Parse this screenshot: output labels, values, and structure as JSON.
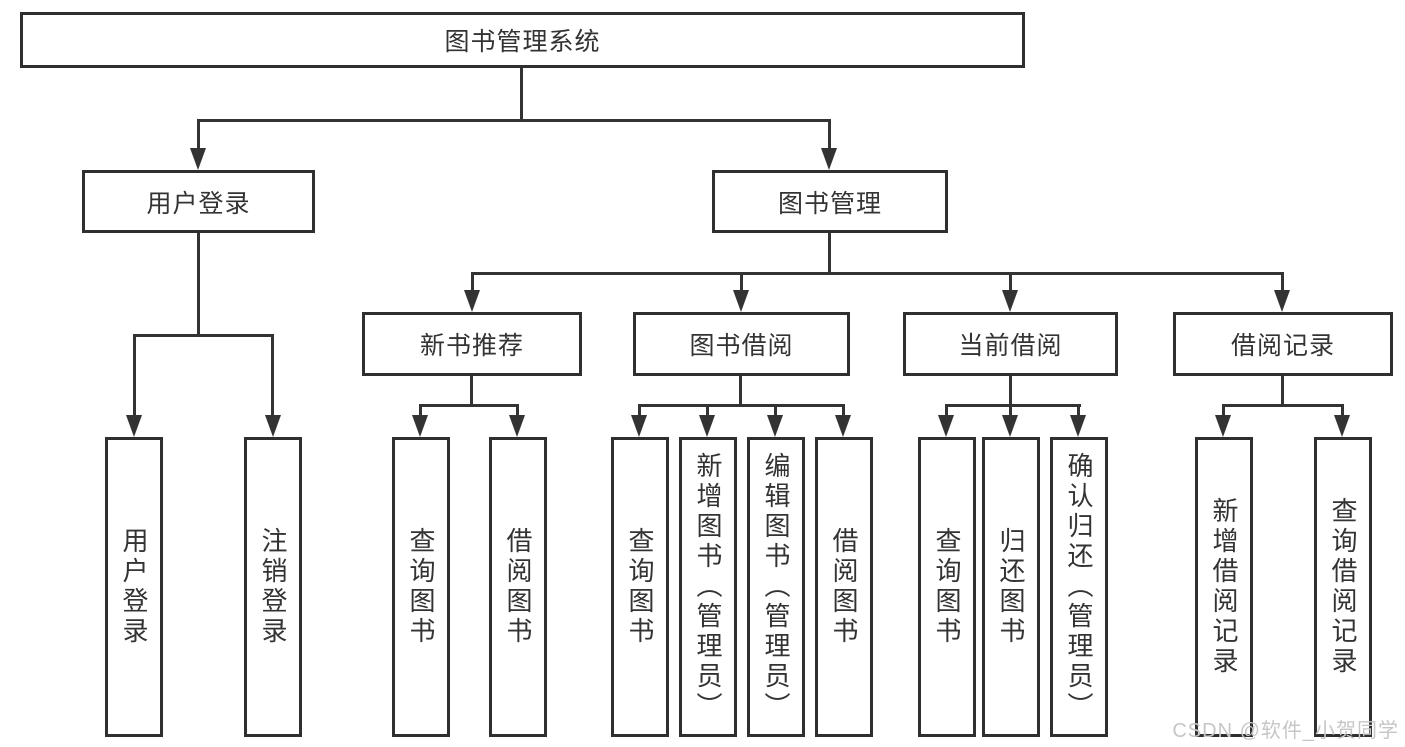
{
  "diagram": {
    "root": {
      "label": "图书管理系统"
    },
    "level1": [
      {
        "label": "用户登录"
      },
      {
        "label": "图书管理"
      }
    ],
    "level2": [
      {
        "label": "新书推荐"
      },
      {
        "label": "图书借阅"
      },
      {
        "label": "当前借阅"
      },
      {
        "label": "借阅记录"
      }
    ],
    "leaves": [
      {
        "label": "用户登录"
      },
      {
        "label": "注销登录"
      },
      {
        "label": "查询图书"
      },
      {
        "label": "借阅图书"
      },
      {
        "label": "查询图书"
      },
      {
        "label": "新增图书（管理员）"
      },
      {
        "label": "编辑图书（管理员）"
      },
      {
        "label": "借阅图书"
      },
      {
        "label": "查询图书"
      },
      {
        "label": "归还图书"
      },
      {
        "label": "确认归还（管理员）"
      },
      {
        "label": "新增借阅记录"
      },
      {
        "label": "查询借阅记录"
      }
    ]
  },
  "watermark": {
    "text": "CSDN @软件_小贺同学"
  },
  "colors": {
    "line": "#333333",
    "text": "#333333",
    "background": "#ffffff",
    "watermark": "#c6c6c6"
  }
}
